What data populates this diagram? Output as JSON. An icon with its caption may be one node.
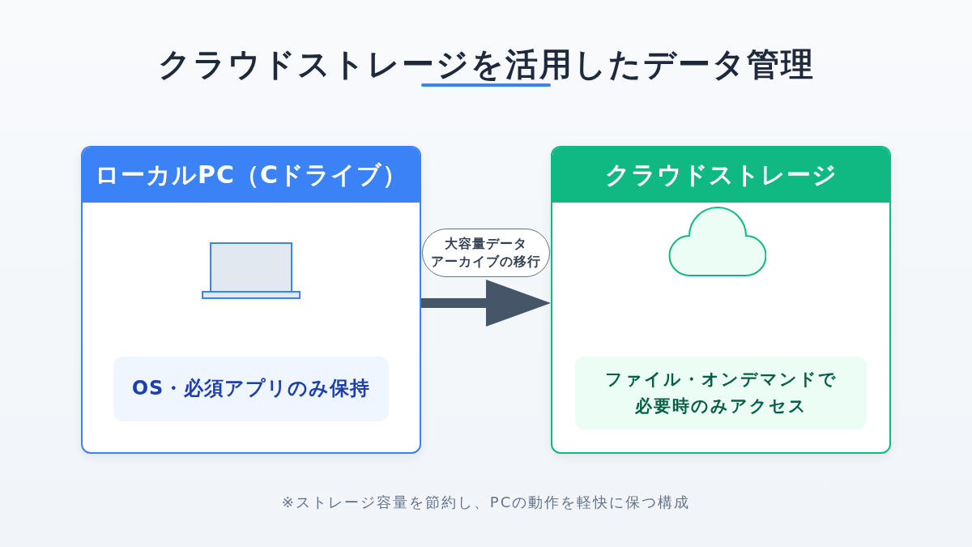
{
  "diagram": {
    "title": "クラウドストレージを活用したデータ管理",
    "nodes": [
      {
        "text": [
          "ローカルPC（Cドライブ）"
        ]
      },
      {
        "text": [
          "OS・必須アプリのみ保持"
        ],
        "in": 0
      },
      {
        "text": [
          "クラウドストレージ"
        ]
      },
      {
        "text": [
          "ファイル・オンデマンドで必要時のみアクセス"
        ],
        "in": 2
      }
    ],
    "edges": [
      {
        "from": 0,
        "to": 2,
        "arrow": "to",
        "label": "大容量データアーカイブの移行",
        "style": "thick"
      }
    ],
    "caption": "※ストレージ容量を節約し、PCの動作を軽快に保つ構成"
  }
}
